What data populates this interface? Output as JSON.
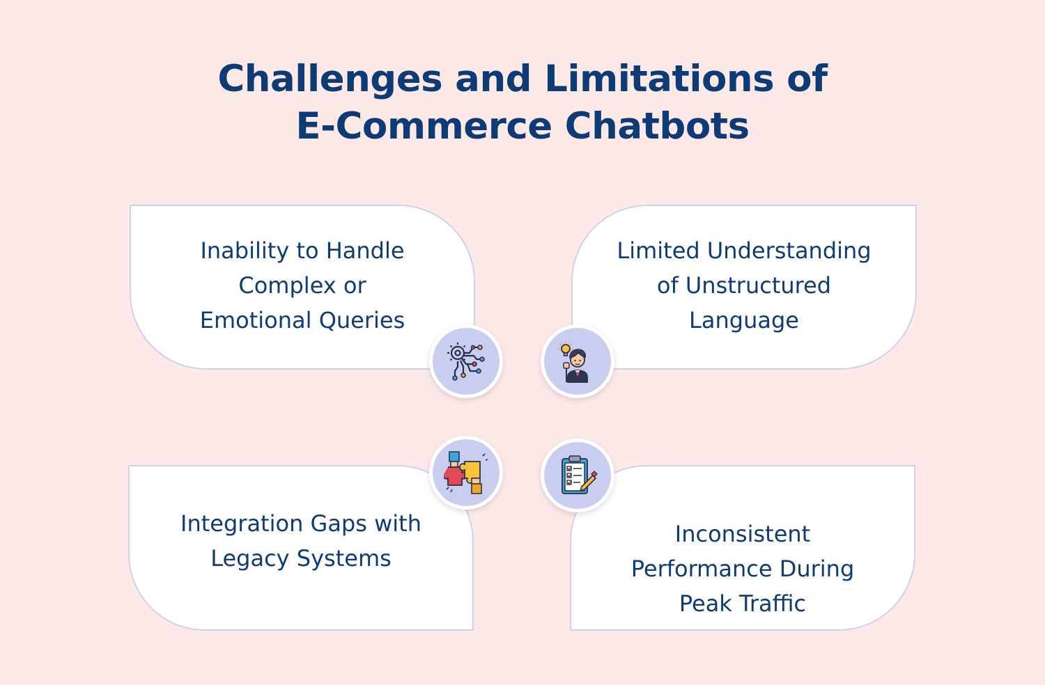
{
  "title": {
    "line1": "Challenges and Limitations of",
    "line2": "E-Commerce Chatbots"
  },
  "cards": [
    {
      "icon": "gear-circuit-icon",
      "lines": [
        "Inability to Handle",
        "Complex or",
        "Emotional Queries"
      ]
    },
    {
      "icon": "thinking-person-idea-icon",
      "lines": [
        "Limited Understanding",
        "of Unstructured",
        "Language"
      ]
    },
    {
      "icon": "puzzle-hands-icon",
      "lines": [
        "Integration Gaps with",
        "Legacy Systems"
      ]
    },
    {
      "icon": "clipboard-checklist-icon",
      "lines": [
        "Inconsistent",
        "Performance During",
        "Peak Traffic"
      ]
    }
  ],
  "colors": {
    "background": "#fde9e8",
    "heading": "#0d3b75",
    "card_border": "#cfd0ee",
    "badge": "#c9cdef"
  }
}
